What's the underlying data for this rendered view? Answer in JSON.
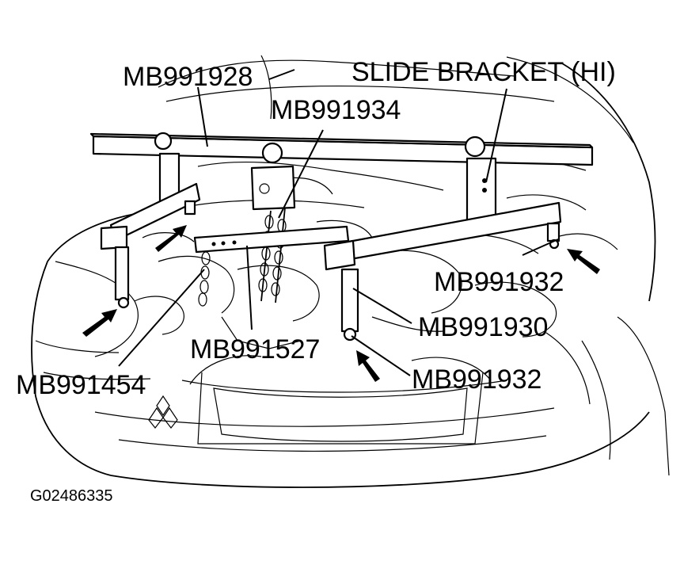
{
  "labels": {
    "mb991928": "MB991928",
    "slide_bracket": "SLIDE BRACKET (HI)",
    "mb991934": "MB991934",
    "mb991932_right": "MB991932",
    "mb991930": "MB991930",
    "mb991527": "MB991527",
    "mb991454": "MB991454",
    "mb991932_bottom": "MB991932"
  },
  "figure_code": "G02486335"
}
